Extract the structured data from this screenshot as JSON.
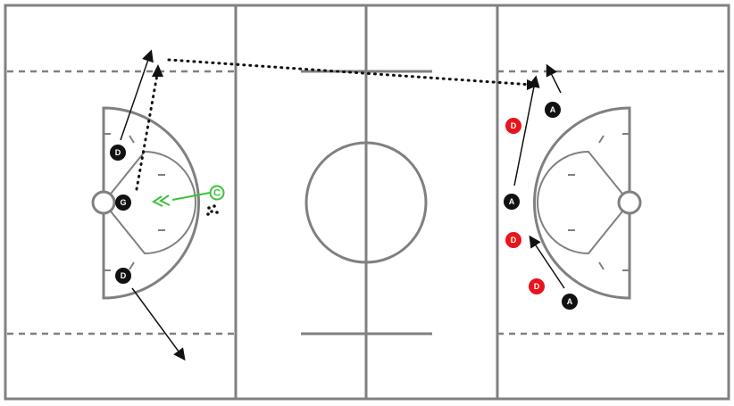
{
  "colors": {
    "field_lines": "#808080",
    "defense_black": "#111111",
    "defense_red": "#e8141c",
    "coach_green": "#3cc23c"
  },
  "players": [
    {
      "id": "d-top-left",
      "label": "D",
      "color": "black"
    },
    {
      "id": "g-left",
      "label": "G",
      "color": "black"
    },
    {
      "id": "d-bottom-left",
      "label": "D",
      "color": "black"
    },
    {
      "id": "a-top-right",
      "label": "A",
      "color": "black"
    },
    {
      "id": "a-mid-right",
      "label": "A",
      "color": "black"
    },
    {
      "id": "a-bottom-right",
      "label": "A",
      "color": "black"
    },
    {
      "id": "d-red-1",
      "label": "D",
      "color": "red"
    },
    {
      "id": "d-red-2",
      "label": "D",
      "color": "red"
    },
    {
      "id": "d-red-3",
      "label": "D",
      "color": "red"
    }
  ],
  "coach": {
    "label": "C"
  },
  "ball_icon": "ball-cluster-icon"
}
